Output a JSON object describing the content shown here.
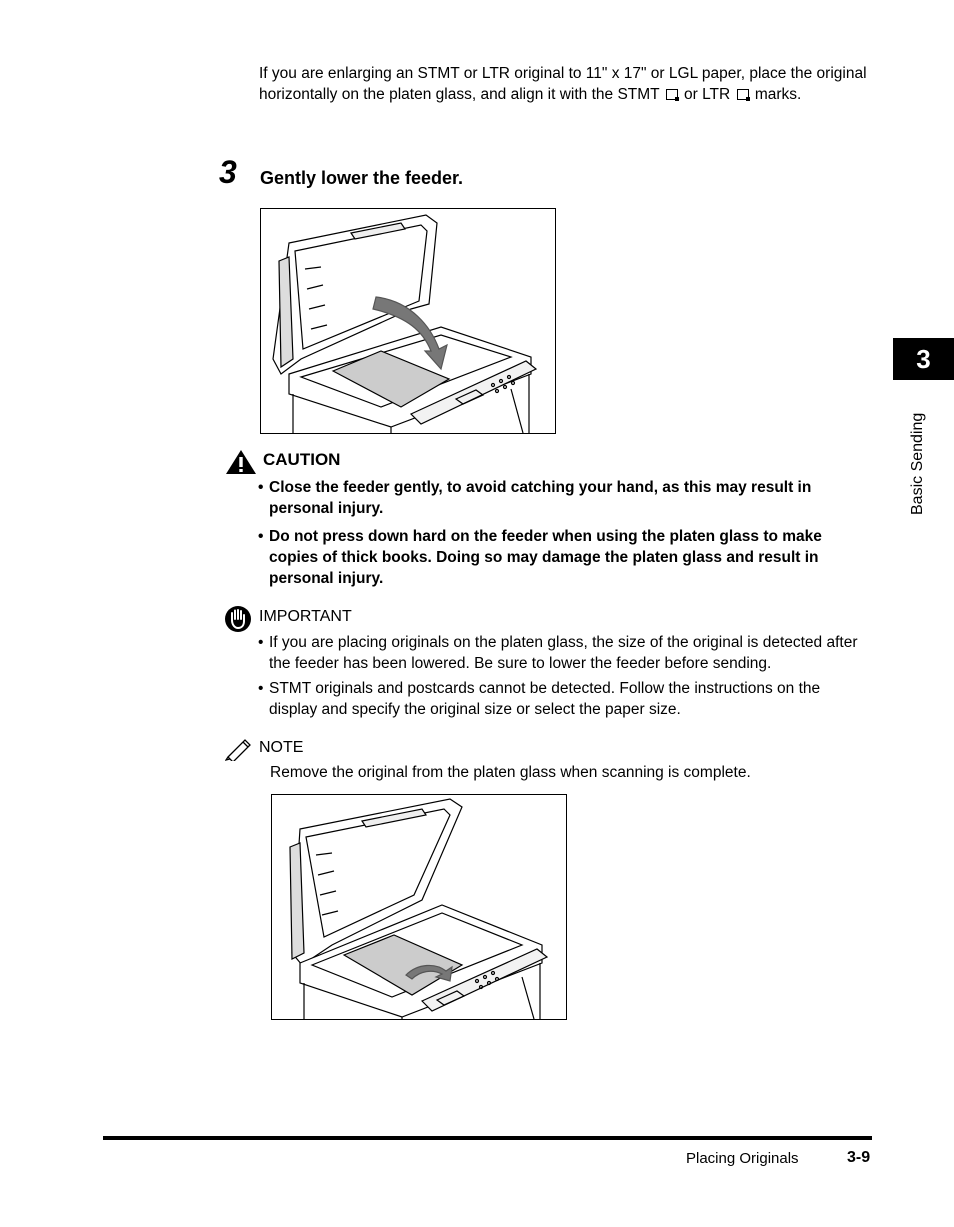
{
  "intro": {
    "text_before": "If you are enlarging an STMT or LTR original to 11\" x 17\" or LGL paper, place the original horizontally on the platen glass, and align it with the STMT",
    "text_between": "or LTR",
    "text_after": "marks."
  },
  "step": {
    "number": "3",
    "title": "Gently lower the feeder."
  },
  "caution": {
    "title": "CAUTION",
    "items": [
      "Close the feeder gently, to avoid catching your hand, as this may result in personal injury.",
      "Do not press down hard on the feeder when using the platen glass to make copies of thick books. Doing so may damage the platen glass and result in personal injury."
    ]
  },
  "important": {
    "title": "IMPORTANT",
    "items": [
      "If you are placing originals on the platen glass, the size of the original is detected after the feeder has been lowered. Be sure to lower the feeder before sending.",
      "STMT originals and postcards cannot be detected. Follow the instructions on the display and specify the original size or select the paper size."
    ]
  },
  "note": {
    "title": "NOTE",
    "text": "Remove the original from the platen glass when scanning is complete."
  },
  "side_tab": {
    "number": "3",
    "label": "Basic Sending"
  },
  "footer": {
    "section": "Placing Originals",
    "page": "3-9"
  }
}
